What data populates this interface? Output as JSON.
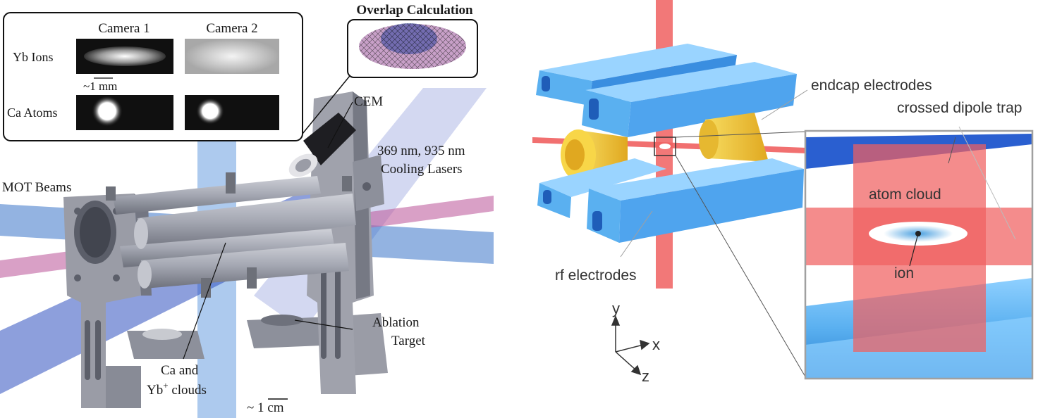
{
  "left_panel": {
    "inset": {
      "camera1_label": "Camera 1",
      "camera2_label": "Camera  2",
      "yb_ions_label": "Yb Ions",
      "ca_atoms_label": "Ca Atoms",
      "mm_scale_label": "~1 mm"
    },
    "overlap_label": "Overlap Calculation",
    "labels": {
      "cem": "CEM",
      "cooling_lasers_line1": "369 nm, 935 nm",
      "cooling_lasers_line2": "Cooling Lasers",
      "mot_beams": "MOT Beams",
      "clouds_line1": "Ca and",
      "clouds_line2_base": "Yb",
      "clouds_line2_sup": "+",
      "clouds_line2_rest": " clouds",
      "ablation_line1": "Ablation",
      "ablation_line2": "Target",
      "cm_scale_label": "~ 1 cm"
    }
  },
  "right_panel": {
    "labels": {
      "endcap": "endcap electrodes",
      "rf": "rf electrodes",
      "dipole": "crossed dipole trap",
      "atom_cloud": "atom cloud",
      "ion": "ion"
    },
    "axes": {
      "x": "x",
      "y": "y",
      "z": "z"
    }
  },
  "colors": {
    "electrode_blue": "#6ab8f0",
    "electrode_dark": "#2a6fd6",
    "endcap_yellow": "#f5c830",
    "laser_red": "#f06060",
    "steel_gray": "#9a9ca6",
    "mot_blue": "#5a8ad8",
    "cooling_pink": "#c060a0"
  }
}
